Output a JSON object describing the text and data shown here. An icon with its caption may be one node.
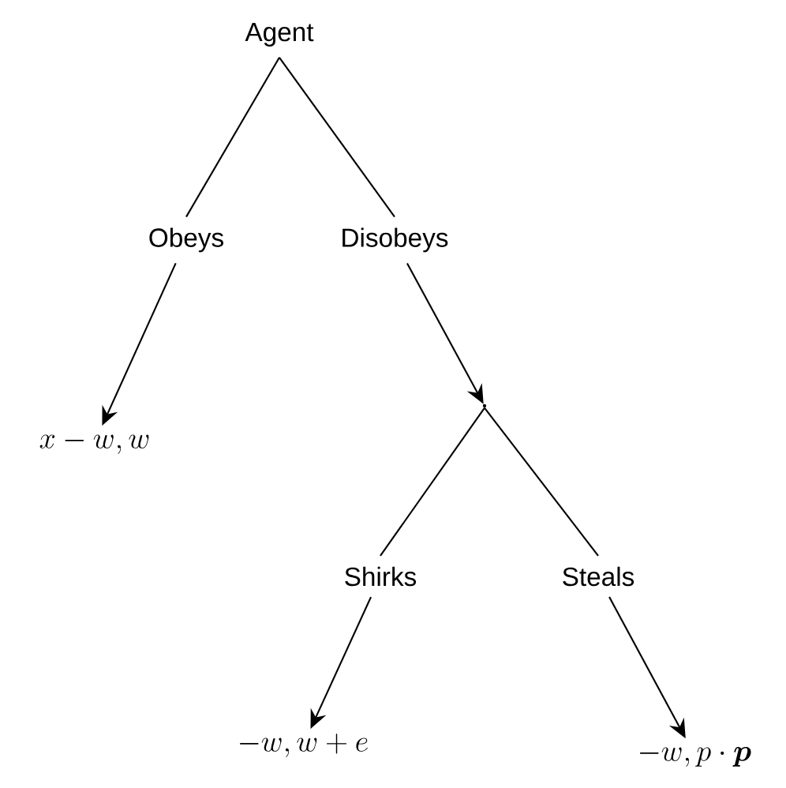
{
  "diagram": {
    "nodes": [
      {
        "text": [
          "Agent"
        ]
      },
      {
        "text": [
          "Obeys"
        ]
      },
      {
        "text": [
          "Disobeys"
        ]
      },
      {
        "text": [
          "x-w, w"
        ]
      },
      {
        "text": [],
        "shape": "point"
      },
      {
        "text": [
          "Shirks"
        ]
      },
      {
        "text": [
          "Steals"
        ]
      },
      {
        "text": [
          "-w, w+e"
        ]
      },
      {
        "text": [
          "-w, p\\cdot\\boldsymbol{p}"
        ]
      }
    ],
    "edges": [
      {
        "from": 0,
        "to": 1,
        "arrow": "none"
      },
      {
        "from": 0,
        "to": 2,
        "arrow": "none"
      },
      {
        "from": 1,
        "to": 3,
        "arrow": "to"
      },
      {
        "from": 2,
        "to": 4,
        "arrow": "to"
      },
      {
        "from": 4,
        "to": 5,
        "arrow": "none"
      },
      {
        "from": 4,
        "to": 6,
        "arrow": "none"
      },
      {
        "from": 5,
        "to": 7,
        "arrow": "to"
      },
      {
        "from": 6,
        "to": 8,
        "arrow": "to"
      }
    ]
  }
}
